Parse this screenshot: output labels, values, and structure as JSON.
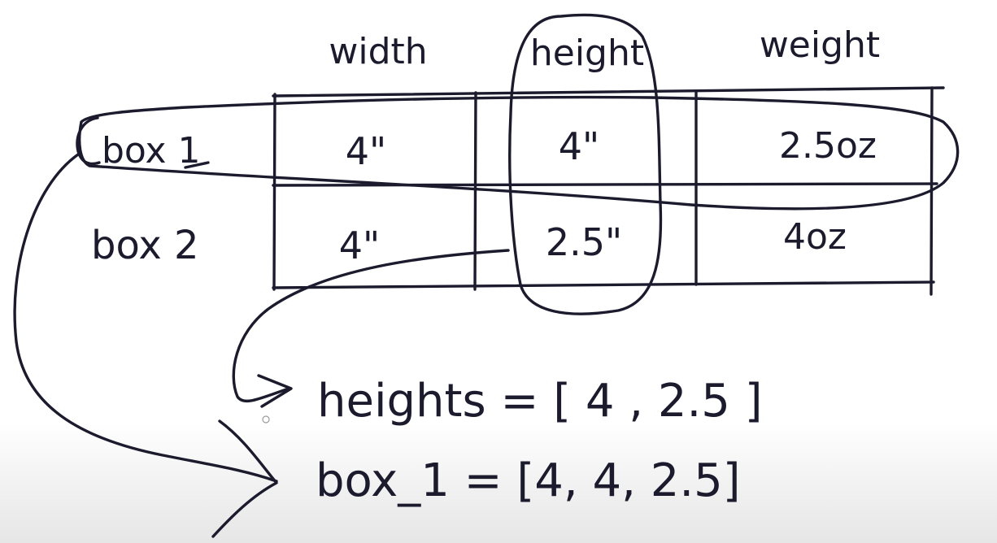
{
  "table": {
    "headers": [
      "width",
      "height",
      "weight"
    ],
    "rows": [
      {
        "label": "box 1",
        "cells": [
          "4\"",
          "4\"",
          "2.5oz"
        ]
      },
      {
        "label": "box 2",
        "cells": [
          "4\"",
          "2.5\"",
          "4oz"
        ]
      }
    ]
  },
  "equations": {
    "heights": "heights = [ 4 , 2.5 ]",
    "box_1": "box_1 = [4, 4, 2.5]"
  },
  "colors": {
    "ink": "#1c1b2e",
    "background": "#ffffff"
  }
}
